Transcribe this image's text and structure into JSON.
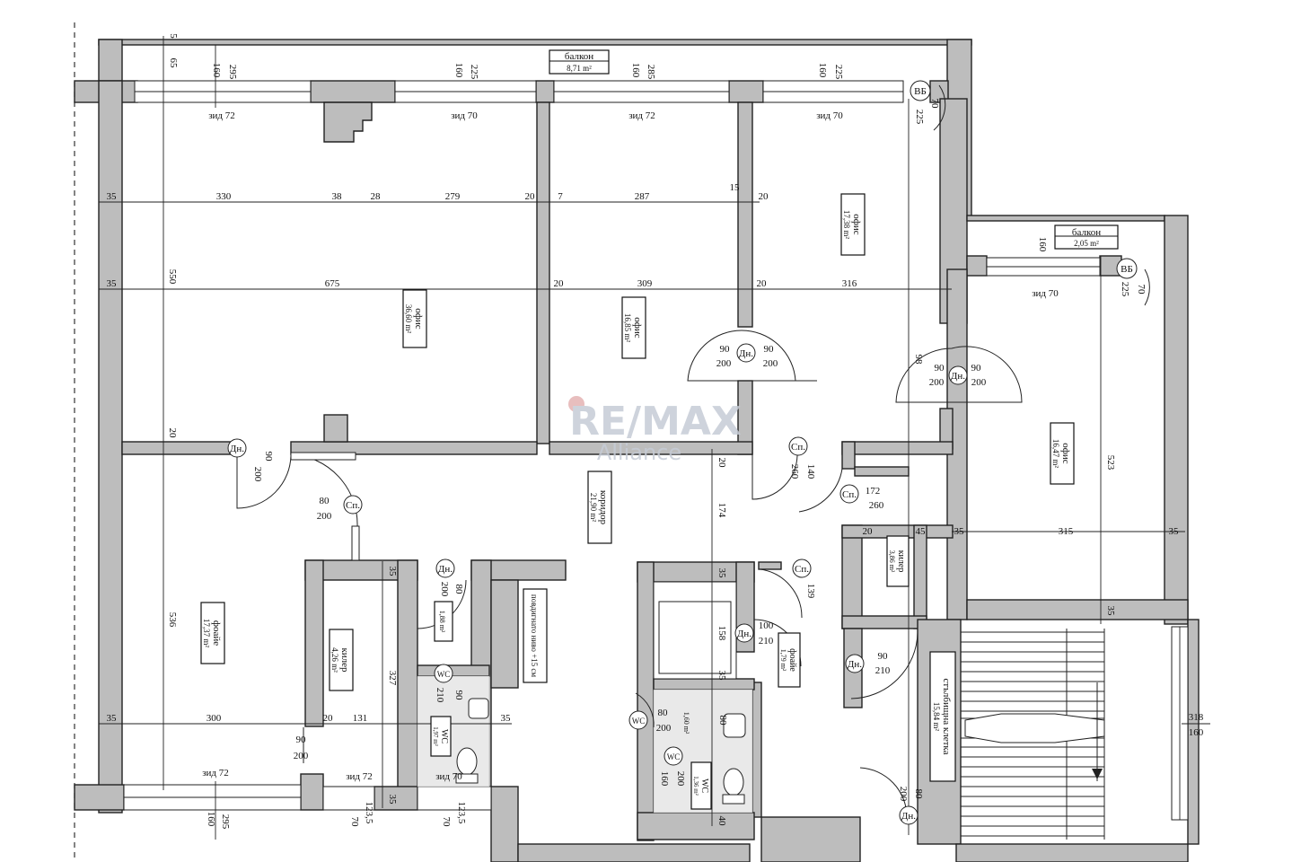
{
  "watermark": {
    "brand": "RE/MAX",
    "sub": "Alliance"
  },
  "rooms": {
    "balcony_top": {
      "name": "балкон",
      "area": "8,71 m²"
    },
    "balcony_right": {
      "name": "балкон",
      "area": "2,05 m²"
    },
    "office_big": {
      "name": "офис",
      "area": "36,60 m²"
    },
    "office_mid": {
      "name": "офис",
      "area": "16,85 m²"
    },
    "office_top_right": {
      "name": "офис",
      "area": "17,38 m²"
    },
    "office_right": {
      "name": "офис",
      "area": "16,47 m²"
    },
    "corridor": {
      "name": "коридор",
      "area": "21,90 m²"
    },
    "foyer_left": {
      "name": "фоайе",
      "area": "17,37 m²"
    },
    "storage_left": {
      "name": "килер",
      "area": "4,26 m²"
    },
    "storage_right": {
      "name": "килер",
      "area": "3,86 m²"
    },
    "foyer_small": {
      "name": "фоайе",
      "area": "1,79 m²"
    },
    "stairwell": {
      "name": "стълбищна клетка",
      "area": "15,84 m²"
    },
    "wc_left": {
      "name": "WC",
      "area": "1,97 m²"
    },
    "wc_right": {
      "name": "WC",
      "area": "1,36 m²"
    },
    "shaft_room": {
      "area": "1,88 m²"
    },
    "bath_room": {
      "area": "1,60 m²"
    }
  },
  "notes": {
    "raised_floor": "повдигнато ниво +15 см"
  },
  "wall_labels": [
    "зид 72",
    "зид 70",
    "зид 72",
    "зид 70",
    "зид 70",
    "зид 72",
    "зид 72",
    "зид 70"
  ],
  "door_tags": {
    "dn": "Дн.",
    "sp": "Сп.",
    "vb": "ВБ",
    "wc": "WC"
  },
  "dims": {
    "row1": [
      "35",
      "330",
      "38",
      "28",
      "279",
      "20",
      "7",
      "287",
      "15",
      "20"
    ],
    "row2": [
      "35",
      "675",
      "20",
      "309",
      "20",
      "316"
    ],
    "top": [
      "65",
      "160",
      "295",
      "160",
      "225",
      "160",
      "285",
      "160",
      "225",
      "5",
      "70",
      "225",
      "160",
      "70",
      "225"
    ],
    "vertical": [
      "550",
      "20",
      "536",
      "20",
      "174",
      "35",
      "158",
      "35",
      "523",
      "35",
      "327",
      "35",
      "80",
      "35",
      "40",
      "139",
      "98"
    ],
    "row3": [
      "35",
      "300",
      "20",
      "131",
      "35",
      "45",
      "35",
      "315",
      "35",
      "20"
    ],
    "door_sizes": [
      "90",
      "200",
      "90",
      "200",
      "90",
      "200",
      "90",
      "200",
      "90",
      "200",
      "172",
      "260",
      "80",
      "200",
      "80",
      "200",
      "90",
      "210",
      "100",
      "210",
      "90",
      "210",
      "90",
      "200",
      "80",
      "200",
      "80",
      "200",
      "160",
      "200",
      "140",
      "260"
    ],
    "window": [
      "318",
      "160"
    ],
    "bottom": [
      "160",
      "295",
      "70",
      "123,5",
      "70",
      "123,5"
    ]
  }
}
